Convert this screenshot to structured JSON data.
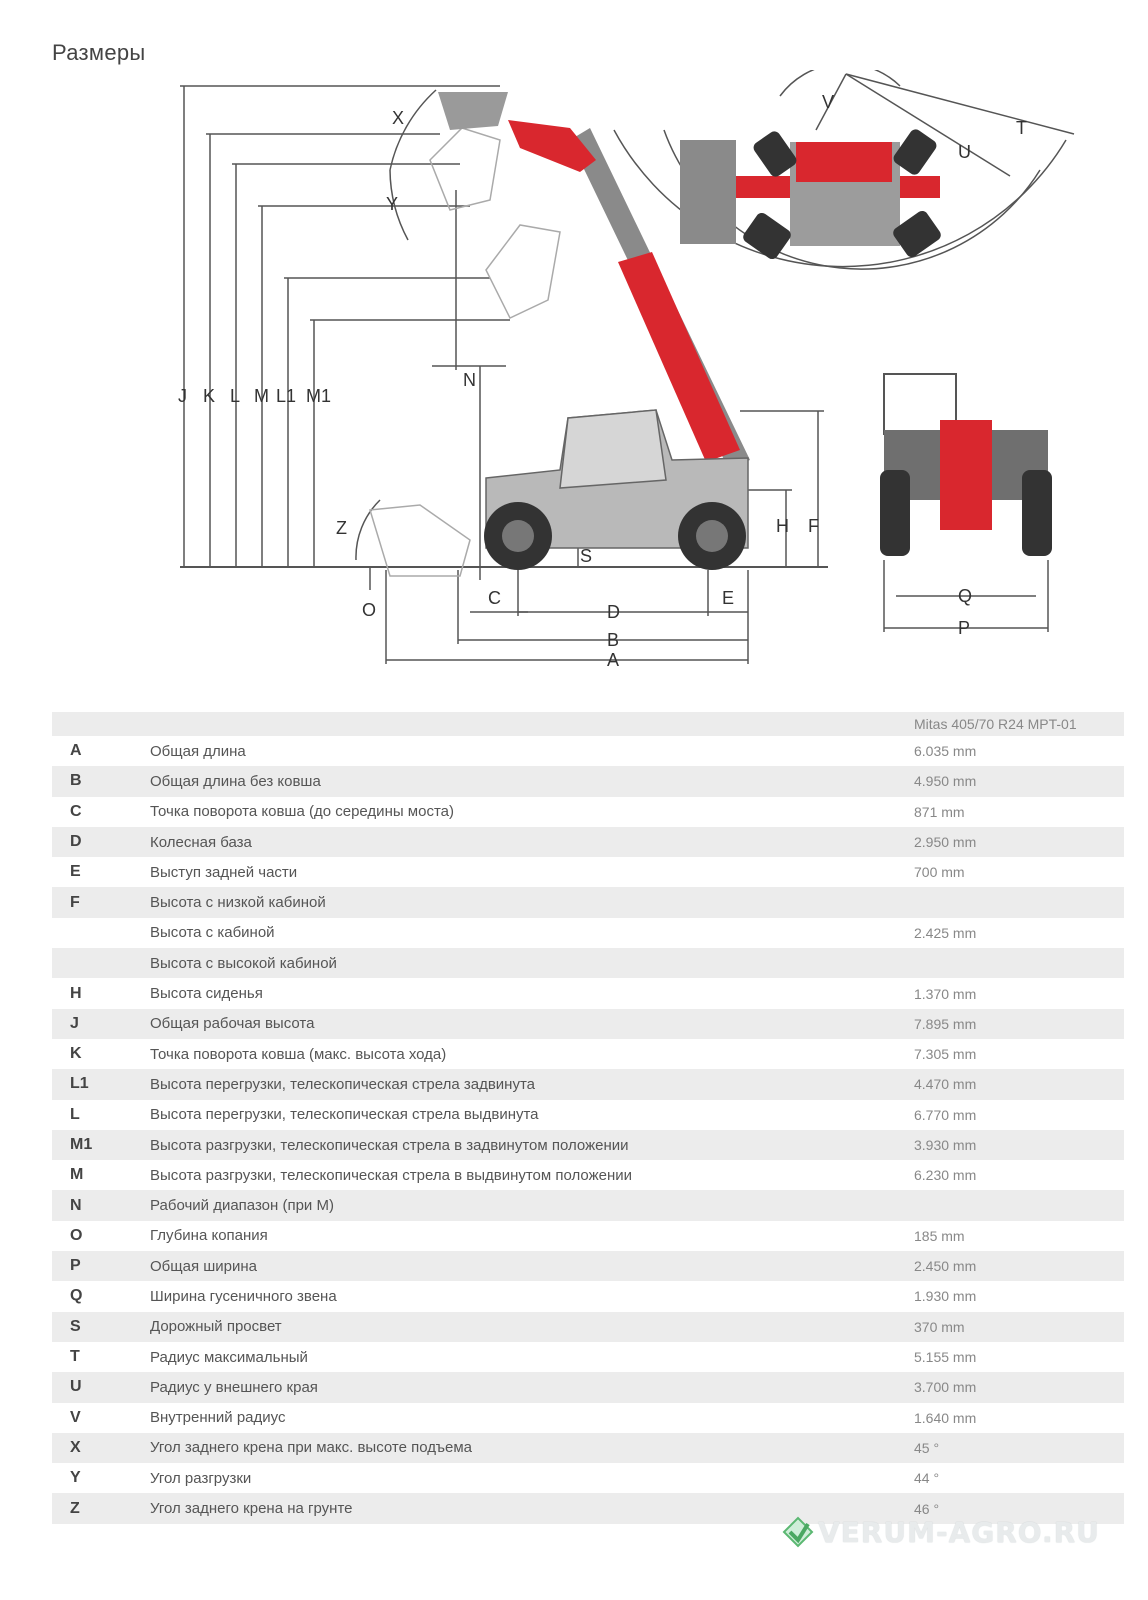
{
  "title": "Размеры",
  "diagram_labels": {
    "side_view": [
      "J",
      "K",
      "L",
      "M",
      "L1",
      "M1",
      "N",
      "X",
      "Y",
      "Z",
      "O",
      "S",
      "C",
      "D",
      "E",
      "B",
      "A",
      "H",
      "F"
    ],
    "top_view": [
      "V",
      "T",
      "U"
    ],
    "front_view": [
      "Q",
      "P"
    ]
  },
  "colors": {
    "machine_red": "#d9272e",
    "line": "#555555",
    "row_shade": "#ececec"
  },
  "table": {
    "header_value": "Mitas 405/70 R24 MPT-01",
    "rows": [
      {
        "letter": "A",
        "label": "Общая длина",
        "value": "6.035 mm"
      },
      {
        "letter": "B",
        "label": "Общая длина без ковша",
        "value": "4.950 mm"
      },
      {
        "letter": "C",
        "label": "Точка поворота ковша (до середины моста)",
        "value": "871 mm"
      },
      {
        "letter": "D",
        "label": "Колесная база",
        "value": "2.950 mm"
      },
      {
        "letter": "E",
        "label": "Выступ задней части",
        "value": "700 mm"
      },
      {
        "letter": "F",
        "label": "Высота с низкой кабиной",
        "value": ""
      },
      {
        "letter": "",
        "label": "Высота с кабиной",
        "value": "2.425 mm"
      },
      {
        "letter": "",
        "label": "Высота с высокой кабиной",
        "value": ""
      },
      {
        "letter": "H",
        "label": "Высота сиденья",
        "value": "1.370 mm"
      },
      {
        "letter": "J",
        "label": "Общая рабочая высота",
        "value": "7.895 mm"
      },
      {
        "letter": "K",
        "label": "Точка поворота ковша (макс. высота хода)",
        "value": "7.305 mm"
      },
      {
        "letter": "L1",
        "label": "Высота перегрузки, телескопическая стрела задвинута",
        "value": "4.470 mm"
      },
      {
        "letter": "L",
        "label": "Высота перегрузки, телескопическая стрела выдвинута",
        "value": "6.770 mm"
      },
      {
        "letter": "M1",
        "label": "Высота разгрузки, телескопическая стрела в задвинутом положении",
        "value": "3.930 mm"
      },
      {
        "letter": "M",
        "label": "Высота разгрузки, телескопическая стрела в выдвинутом положении",
        "value": "6.230 mm"
      },
      {
        "letter": "N",
        "label": "Рабочий диапазон (при M)",
        "value": ""
      },
      {
        "letter": "O",
        "label": "Глубина копания",
        "value": "185 mm"
      },
      {
        "letter": "P",
        "label": "Общая ширина",
        "value": "2.450 mm"
      },
      {
        "letter": "Q",
        "label": "Ширина гусеничного звена",
        "value": "1.930 mm"
      },
      {
        "letter": "S",
        "label": "Дорожный просвет",
        "value": "370 mm"
      },
      {
        "letter": "T",
        "label": "Радиус максимальный",
        "value": "5.155 mm"
      },
      {
        "letter": "U",
        "label": "Радиус у внешнего края",
        "value": "3.700 mm"
      },
      {
        "letter": "V",
        "label": "Внутренний радиус",
        "value": "1.640 mm"
      },
      {
        "letter": "X",
        "label": "Угол заднего крена при макс. высоте подъема",
        "value": "45 °"
      },
      {
        "letter": "Y",
        "label": "Угол разгрузки",
        "value": "44 °"
      },
      {
        "letter": "Z",
        "label": "Угол заднего крена на грунте",
        "value": "46 °"
      }
    ]
  },
  "watermark": {
    "text": "VERUM-AGRO.RU",
    "icon": "leaf-logo-icon"
  }
}
